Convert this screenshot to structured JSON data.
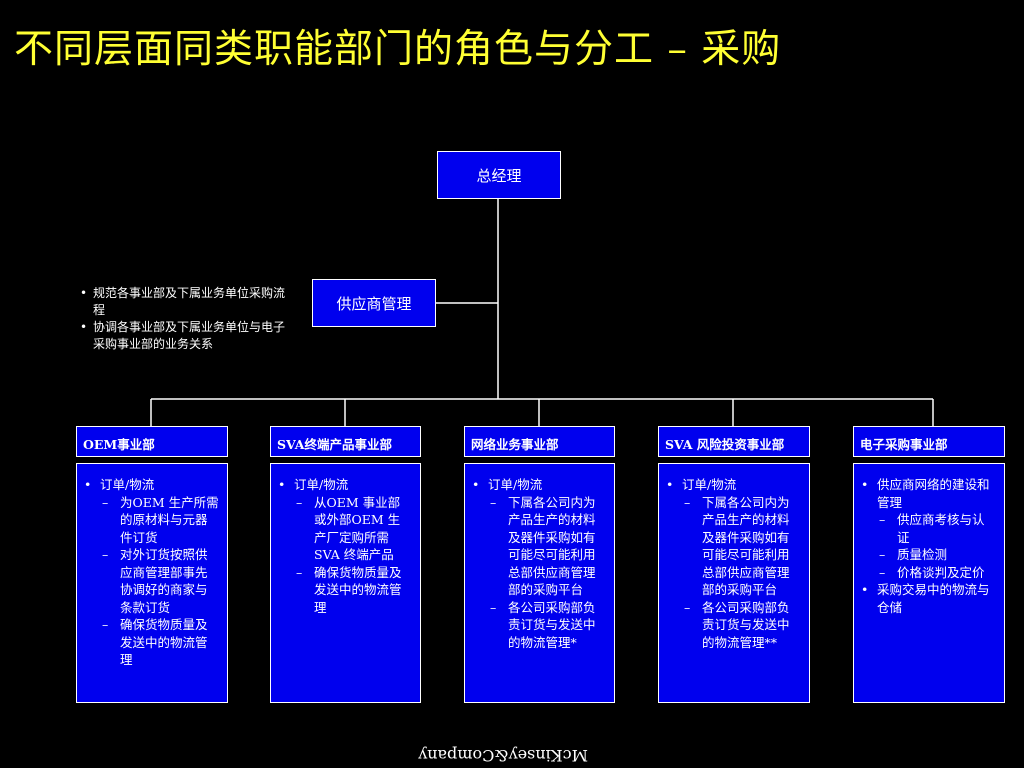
{
  "title": "不同层面同类职能部门的角色与分工 – 采购",
  "top_node": "总经理",
  "supplier_node": "供应商管理",
  "side_notes": [
    "规范各事业部及下属业务单位采购流程",
    "协调各事业部及下属业务单位与电子采购事业部的业务关系"
  ],
  "departments": [
    {
      "name": "OEM事业部",
      "bullets": [
        {
          "text": "订单/物流",
          "subs": [
            "为OEM 生产所需的原材料与元器件订货",
            "对外订货按照供应商管理部事先协调好的商家与条款订货",
            "确保货物质量及发送中的物流管理"
          ]
        }
      ]
    },
    {
      "name": "SVA终端产品事业部",
      "bullets": [
        {
          "text": "订单/物流",
          "subs": [
            "从OEM 事业部或外部OEM 生产厂定购所需SVA 终端产品",
            "确保货物质量及发送中的物流管理"
          ]
        }
      ]
    },
    {
      "name": "网络业务事业部",
      "bullets": [
        {
          "text": "订单/物流",
          "subs": [
            "下属各公司内为产品生产的材料及器件采购如有可能尽可能利用总部供应商管理部的采购平台",
            "各公司采购部负责订货与发送中的物流管理*"
          ]
        }
      ]
    },
    {
      "name": "SVA 风险投资事业部",
      "bullets": [
        {
          "text": "订单/物流",
          "subs": [
            "下属各公司内为产品生产的材料及器件采购如有可能尽可能利用总部供应商管理部的采购平台",
            "各公司采购部负责订货与发送中的物流管理**"
          ]
        }
      ]
    },
    {
      "name": "电子采购事业部",
      "bullets": [
        {
          "text": "供应商网络的建设和管理",
          "subs": [
            "供应商考核与认证",
            "质量检测",
            "价格谈判及定价"
          ]
        },
        {
          "text": "采购交易中的物流与仓储",
          "subs": []
        }
      ]
    }
  ],
  "footer": "McKinsey&Company",
  "colors": {
    "background": "#000000",
    "title": "#ffff33",
    "box_fill": "#0000ee",
    "box_border": "#ffffff",
    "line": "#ffffff"
  }
}
